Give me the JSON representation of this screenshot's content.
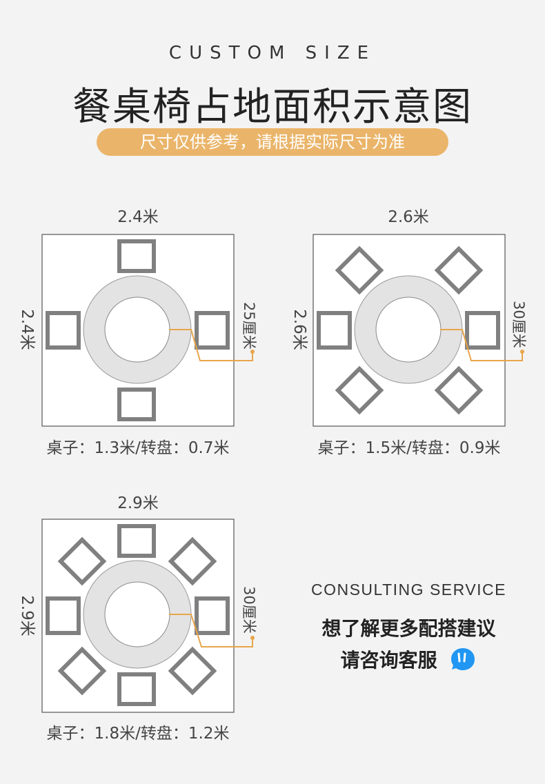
{
  "header": {
    "en_title": "CUSTOM SIZE",
    "cn_title": "餐桌椅占地面积示意图",
    "note": "尺寸仅供参考，请根据实际尺寸为准"
  },
  "diagrams": [
    {
      "width_label": "2.4米",
      "height_label": "2.4米",
      "gap_label": "25厘米",
      "spec": "桌子：1.3米/转盘：0.7米",
      "chairs": 4
    },
    {
      "width_label": "2.6米",
      "height_label": "2.6米",
      "gap_label": "30厘米",
      "spec": "桌子：1.5米/转盘：0.9米",
      "chairs": 6
    },
    {
      "width_label": "2.9米",
      "height_label": "2.9米",
      "gap_label": "30厘米",
      "spec": "桌子：1.8米/转盘：1.2米",
      "chairs": 8
    }
  ],
  "service": {
    "en_title": "CONSULTING SERVICE",
    "line1": "想了解更多配搭建议",
    "line2": "请咨询客服",
    "icon": "chat-bubble-icon"
  },
  "colors": {
    "accent": "#eab56a",
    "chair": "#808080",
    "table": "#e3e3e3",
    "measure_line": "#e8a54a",
    "icon_blue": "#2196f3"
  }
}
